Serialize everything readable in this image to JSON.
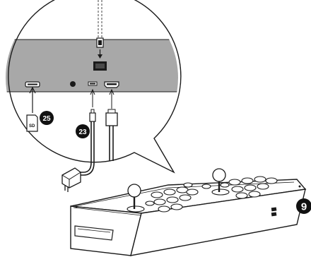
{
  "figure": {
    "step_number": "9",
    "callouts": {
      "sd_card": "25",
      "usb_plug": "23"
    },
    "sd_card_label": "SD"
  },
  "colors": {
    "line": "#1a1a1a",
    "panel_gray": "#a8a8a8",
    "badge": "#111111"
  }
}
